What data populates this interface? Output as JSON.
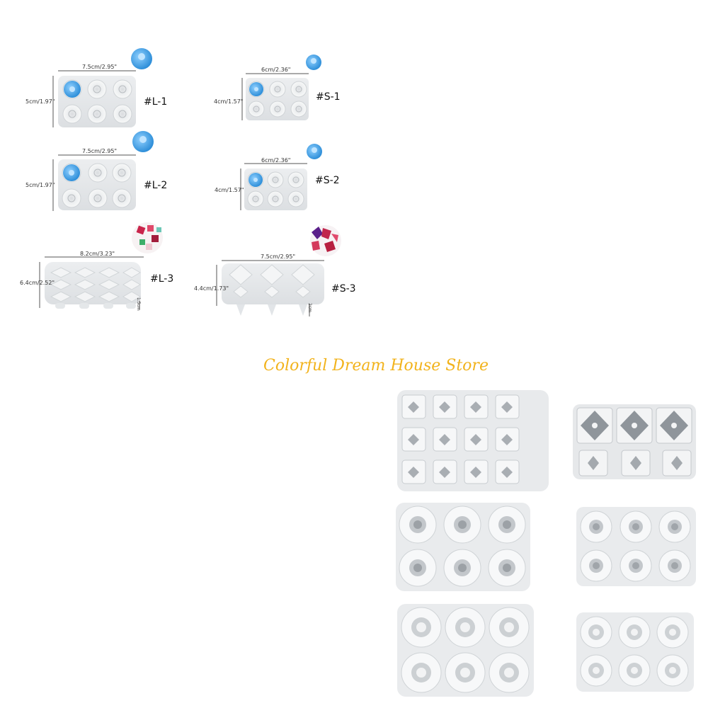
{
  "store_name": "Colorful Dream House Store",
  "colors": {
    "brand_text": "#f2b31c",
    "resin_blue": "#4fa8e8",
    "silicone": "#e6e8ea"
  },
  "products": [
    {
      "code": "#L-1",
      "width": "7.5cm/2.95\"",
      "height": "5cm/1.97\""
    },
    {
      "code": "#L-2",
      "width": "7.5cm/2.95\"",
      "height": "5cm/1.97\""
    },
    {
      "code": "#L-3",
      "width": "8.2cm/3.23\"",
      "height": "6.4cm/2.52\"",
      "depth": "1.5cm"
    },
    {
      "code": "#S-1",
      "width": "6cm/2.36\"",
      "height": "4cm/1.57\""
    },
    {
      "code": "#S-2",
      "width": "6cm/2.36\"",
      "height": "4cm/1.57\""
    },
    {
      "code": "#S-3",
      "width": "7.5cm/2.95\"",
      "height": "4.4cm/1.73\"",
      "depth": "2cm"
    }
  ]
}
